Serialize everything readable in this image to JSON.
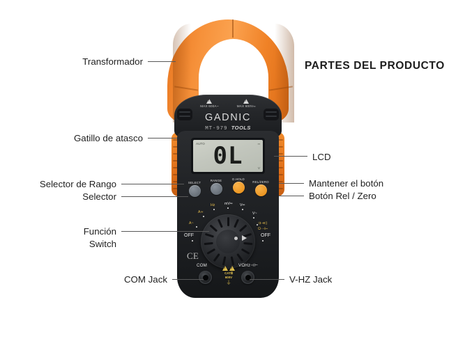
{
  "headline": "PARTES DEL PRODUCTO",
  "device": {
    "brand": "GADNIC",
    "model_code": "MT-979",
    "model_suffix": "TOOLS",
    "max_current": "MAX 600A~",
    "max_voltage": "MAX 600V═",
    "lcd": {
      "reading": "0L",
      "seg_top_left": "AUTO",
      "seg_top_right": "═",
      "seg_bottom_right": "V",
      "seg_bottom_left": ""
    },
    "buttons": [
      {
        "label": "SELECT",
        "color": "grey"
      },
      {
        "label": "RANGE",
        "color": "grey"
      },
      {
        "label": "D.HOLD",
        "color": "orange"
      },
      {
        "label": "REL/ZERO",
        "color": "orange"
      }
    ],
    "dial_marks": [
      {
        "label": "A~",
        "kind": "yellow"
      },
      {
        "label": "A≃",
        "kind": "yellow"
      },
      {
        "label": "Hz",
        "kind": "yellow"
      },
      {
        "label": "mV═",
        "kind": "white"
      },
      {
        "label": "V═",
        "kind": "white"
      },
      {
        "label": "V~",
        "kind": "white"
      },
      {
        "label": "⇉·≪)",
        "kind": "yellow"
      },
      {
        "label": "Ω·⊣⊢",
        "kind": "yellow"
      },
      {
        "label": "OFF",
        "kind": "white"
      },
      {
        "label": "OFF",
        "kind": "white"
      }
    ],
    "ce_mark": "C E",
    "jacks": {
      "com_label": "COM",
      "vhz_label": "VΩHz⊣⊢",
      "cat_line1": "CATⅢ",
      "cat_line2": "600V",
      "ground_symbol": "⏚"
    }
  },
  "callouts": {
    "left": [
      {
        "id": "transformador",
        "text": "Transformador"
      },
      {
        "id": "gatillo-de-atasco",
        "text": "Gatillo de atasco"
      },
      {
        "id": "selector-de-rango",
        "text": "Selector de Rango"
      },
      {
        "id": "selector",
        "text": "Selector"
      },
      {
        "id": "funcion-switch-line1",
        "text": "Función"
      },
      {
        "id": "funcion-switch-line2",
        "text": "Switch"
      },
      {
        "id": "com-jack",
        "text": "COM Jack"
      }
    ],
    "right": [
      {
        "id": "lcd",
        "text": "LCD"
      },
      {
        "id": "mantener-el-boton",
        "text": "Mantener el botón"
      },
      {
        "id": "boton-rel-zero",
        "text": "Botón Rel / Zero"
      },
      {
        "id": "v-hz-jack",
        "text": "V-HZ Jack"
      }
    ]
  },
  "colors": {
    "background": "#ffffff",
    "text": "#1f1f1f",
    "leader": "#585858",
    "clamp_orange": "#f08227",
    "body_black": "#222427",
    "button_orange": "#e58b14",
    "button_grey": "#6d757e",
    "dial_yellow": "#e4bc4c"
  }
}
